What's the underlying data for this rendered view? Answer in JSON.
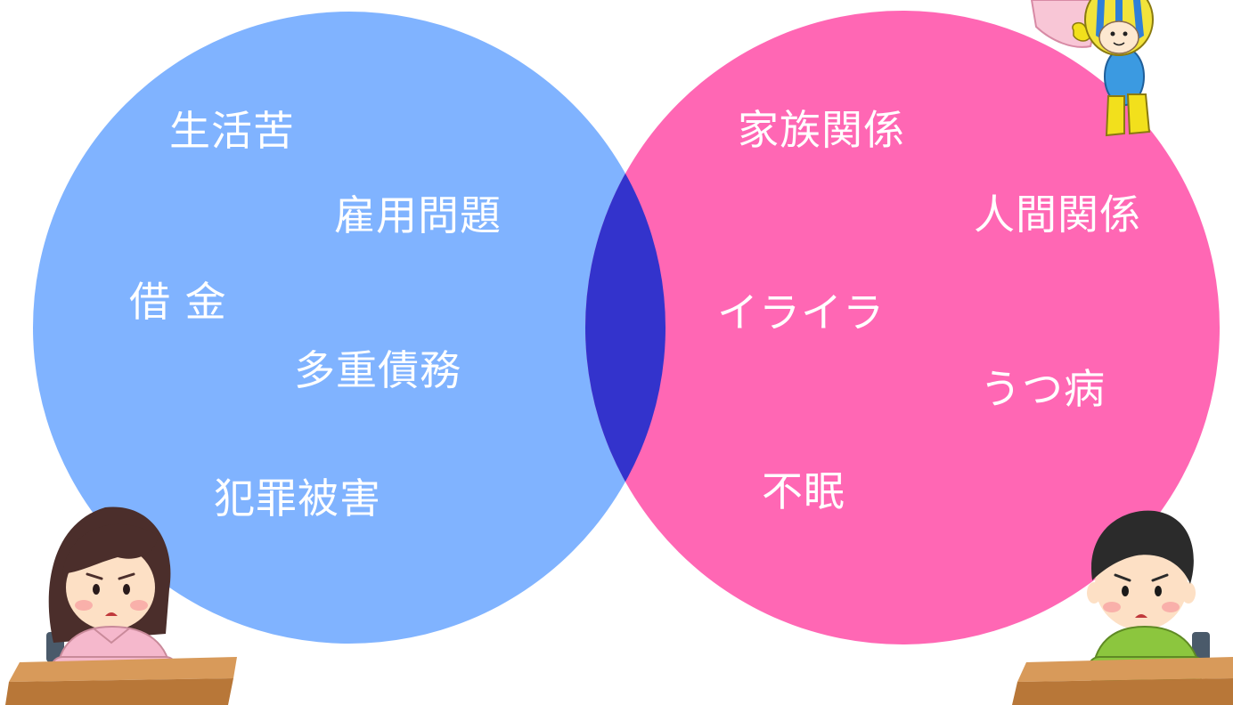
{
  "colors": {
    "background": "#ffffff",
    "left_circle": "#80b3ff",
    "right_circle": "#ff67b4",
    "intersection": "#3333cc",
    "label_text": "#ffffff"
  },
  "left_circle": {
    "labels": [
      "生活苦",
      "雇用問題",
      "借 金",
      "多重債務",
      "犯罪被害"
    ]
  },
  "right_circle": {
    "labels": [
      "家族関係",
      "人間関係",
      "イライラ",
      "うつ病",
      "不眠"
    ]
  },
  "icons": {
    "bottom_left": "worried-woman-icon",
    "bottom_right": "worried-boy-icon",
    "top_right": "mascot-icon"
  }
}
